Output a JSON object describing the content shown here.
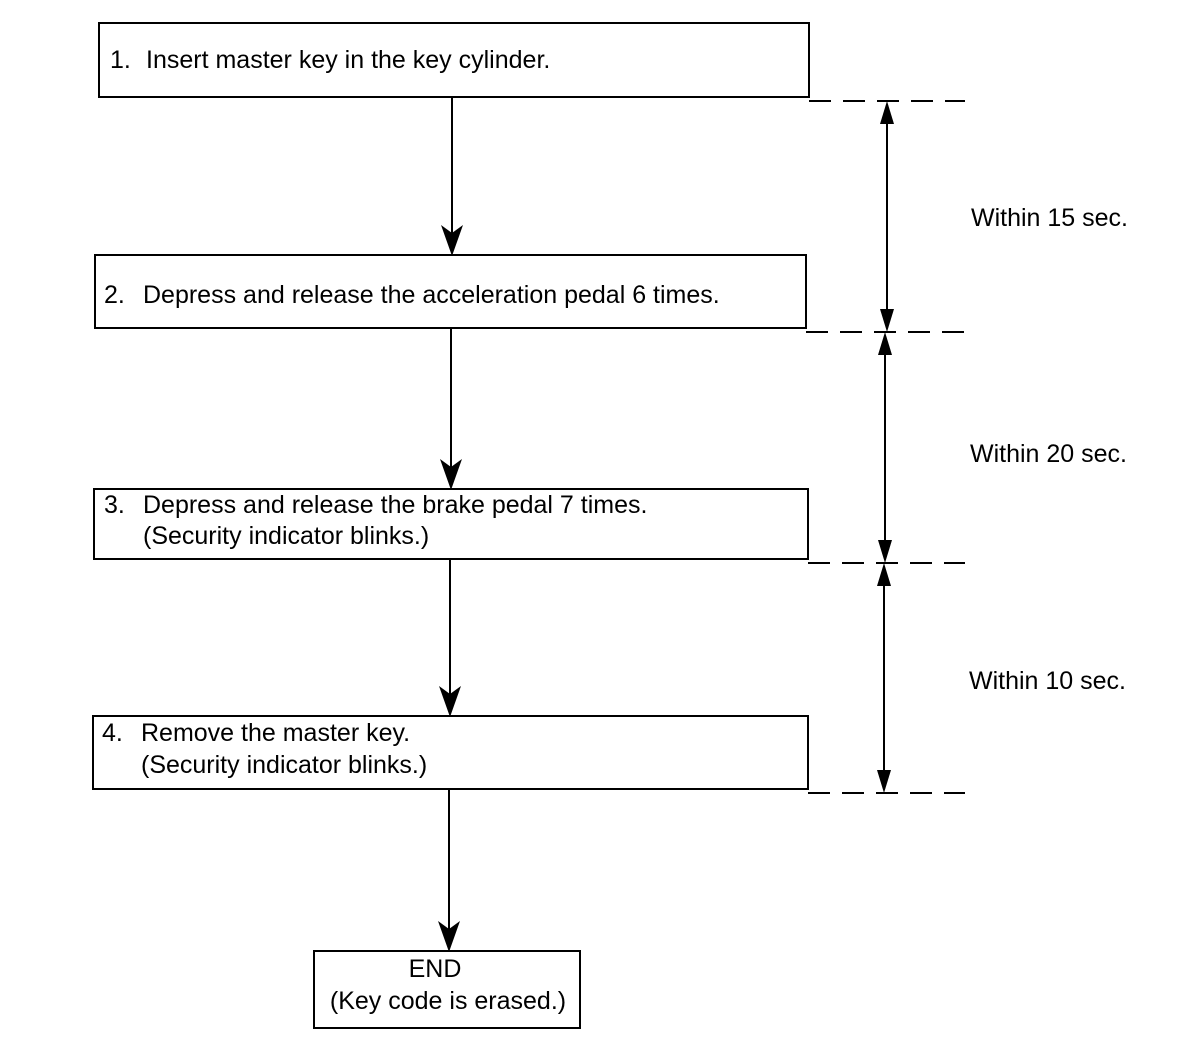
{
  "steps": [
    {
      "number": "1.",
      "lines": [
        "Insert master key in the key cylinder."
      ]
    },
    {
      "number": "2.",
      "lines": [
        "Depress and release the acceleration pedal 6 times."
      ]
    },
    {
      "number": "3.",
      "lines": [
        "Depress and release the brake pedal 7 times.",
        "(Security indicator blinks.)"
      ]
    },
    {
      "number": "4.",
      "lines": [
        "Remove the master key.",
        "(Security indicator blinks.)"
      ]
    }
  ],
  "end": {
    "title": "END",
    "note": "(Key code is erased.)"
  },
  "timings": [
    {
      "label": "Within 15 sec."
    },
    {
      "label": "Within 20 sec."
    },
    {
      "label": "Within 10 sec."
    }
  ]
}
